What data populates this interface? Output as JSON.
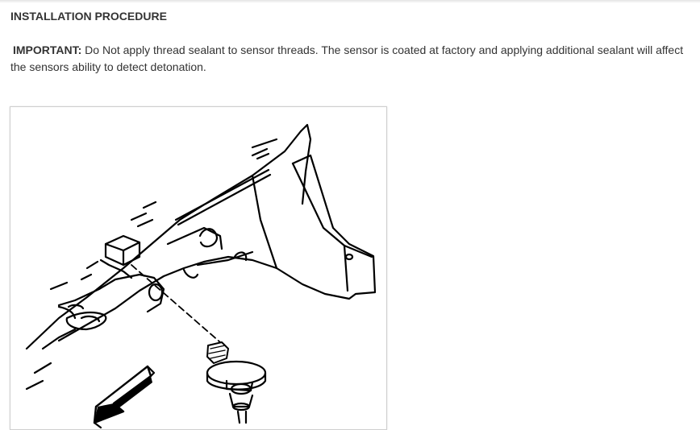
{
  "section": {
    "heading": "INSTALLATION PROCEDURE"
  },
  "note": {
    "label": "IMPORTANT:",
    "text": " Do Not apply thread sealant to sensor threads. The sensor is coated at factory and applying additional sealant will affect the sensors ability to detect detonation."
  },
  "figure": {
    "icon": "knock-sensor-installation-illustration"
  }
}
